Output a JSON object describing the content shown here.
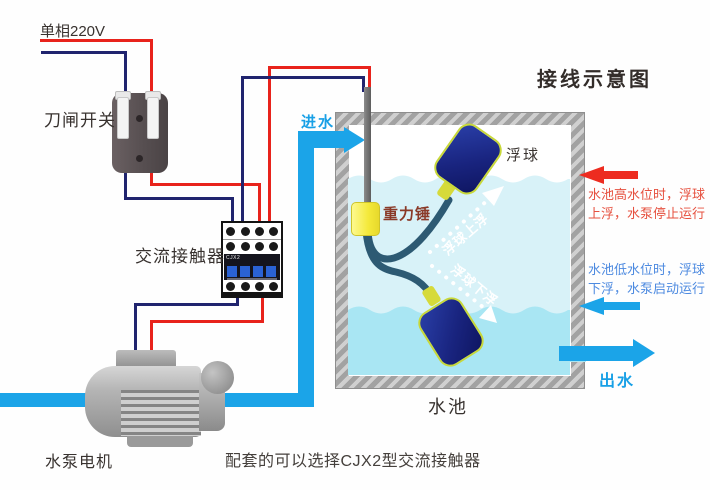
{
  "title": "接线示意图",
  "power_label": "单相220V",
  "components": {
    "knife_switch": "刀闸开关",
    "contactor": "交流接触器",
    "contactor_model": "CJX2",
    "pump_motor": "水泵电机",
    "float_ball": "浮球",
    "gravity_hammer": "重力锤",
    "tank": "水池"
  },
  "flow_labels": {
    "inlet": "进水",
    "outlet": "出水"
  },
  "float_motion": {
    "up": "浮球上浮",
    "down": "浮球下浮"
  },
  "annotations": {
    "high_level": {
      "line1": "水池高水位时，浮球",
      "line2": "上浮，水泵停止运行"
    },
    "low_level": {
      "line1": "水池低水位时，浮球",
      "line2": "下浮，水泵启动运行"
    }
  },
  "footnote": "配套的可以选择CJX2型交流接触器",
  "colors": {
    "live_wire": "#e8231c",
    "neutral_wire": "#20246e",
    "pipe_blue": "#1ba4e8",
    "high_level_text": "#e6503f",
    "low_level_text": "#4d8ae0",
    "water_upper": "#d8f2f8",
    "water_lower": "#a9e6f3",
    "float_body": "#19247f",
    "hammer_yellow": "#f4e93a"
  }
}
